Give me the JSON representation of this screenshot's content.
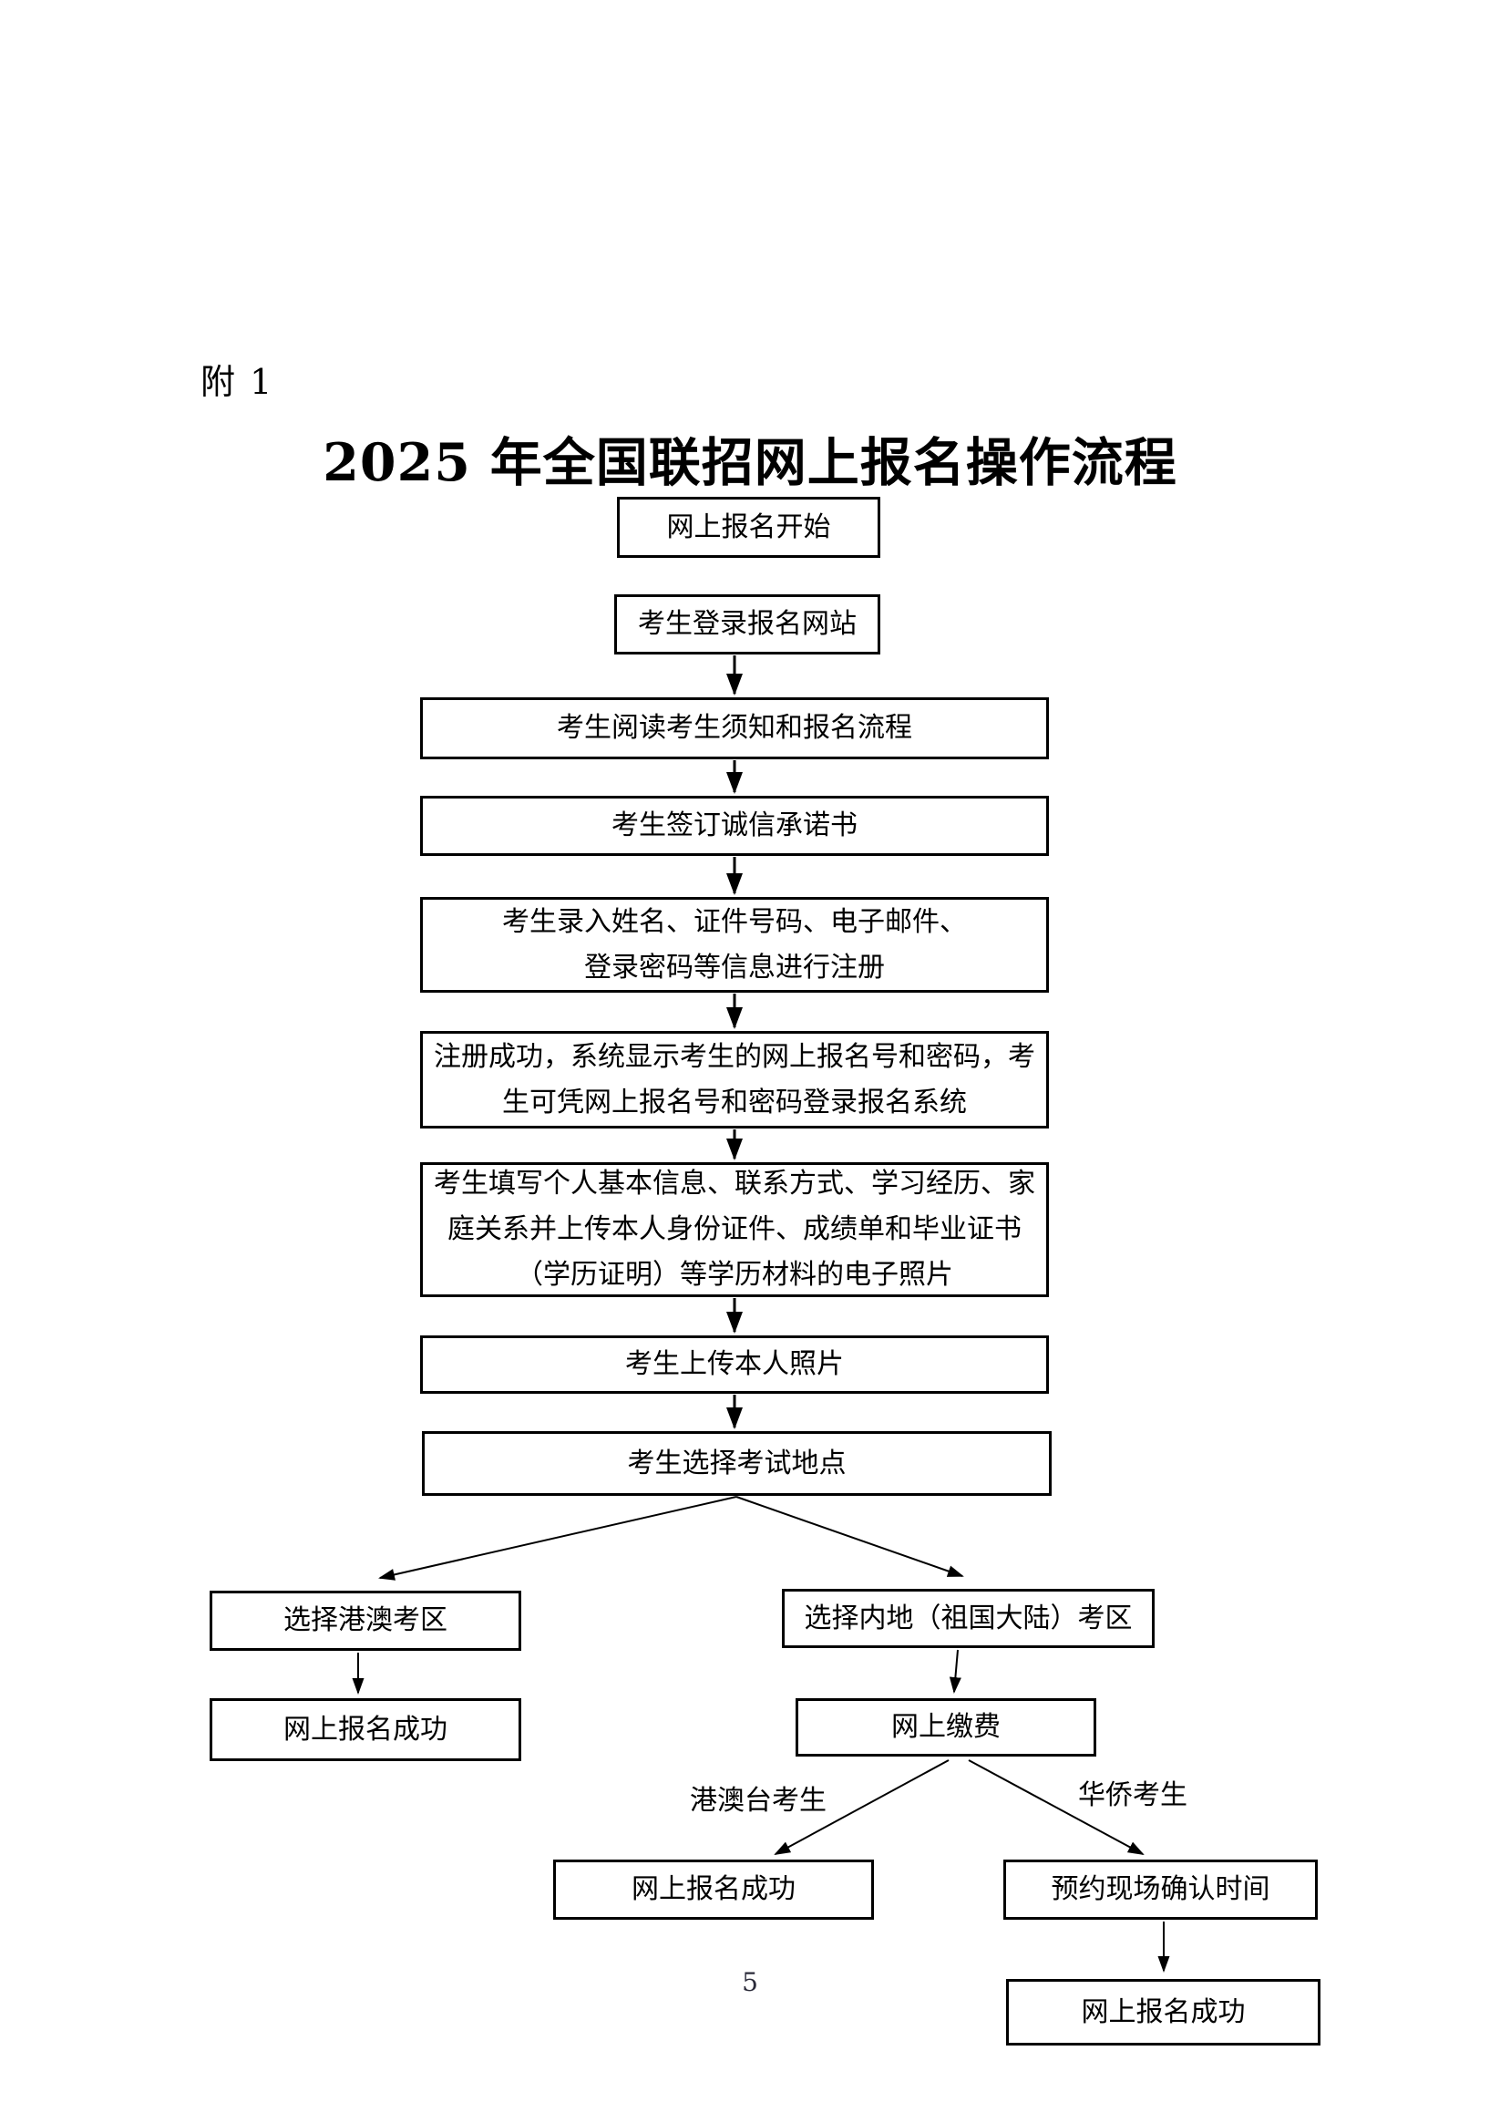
{
  "page": {
    "attachment_label": "附 1",
    "title": "2025 年全国联招网上报名操作流程",
    "page_number": "5"
  },
  "flowchart": {
    "nodes": {
      "start": {
        "label": "网上报名开始"
      },
      "login": {
        "label": "考生登录报名网站"
      },
      "read_notice": {
        "label": "考生阅读考生须知和报名流程"
      },
      "sign_pledge": {
        "label": "考生签订诚信承诺书"
      },
      "register": {
        "label": "考生录入姓名、证件号码、电子邮件、\n登录密码等信息进行注册"
      },
      "register_done": {
        "label": "注册成功，系统显示考生的网上报名号和密码，考\n生可凭网上报名号和密码登录报名系统"
      },
      "fill_info": {
        "label": "考生填写个人基本信息、联系方式、学习经历、家\n庭关系并上传本人身份证件、成绩单和毕业证书\n（学历证明）等学历材料的电子照片"
      },
      "upload_photo": {
        "label": "考生上传本人照片"
      },
      "choose_site": {
        "label": "考生选择考试地点"
      },
      "hk_macau_zone": {
        "label": "选择港澳考区"
      },
      "hk_success": {
        "label": "网上报名成功"
      },
      "mainland_zone": {
        "label": "选择内地（祖国大陆）考区"
      },
      "pay_online": {
        "label": "网上缴费"
      },
      "pay_success": {
        "label": "网上报名成功"
      },
      "appointment": {
        "label": "预约现场确认时间"
      },
      "final_success": {
        "label": "网上报名成功"
      }
    },
    "branch_labels": {
      "hk_mo_tw_candidates": "港澳台考生",
      "overseas_chinese_candidates": "华侨考生"
    },
    "edges": [
      {
        "from": "login",
        "to": "read_notice"
      },
      {
        "from": "read_notice",
        "to": "sign_pledge"
      },
      {
        "from": "sign_pledge",
        "to": "register"
      },
      {
        "from": "register",
        "to": "register_done"
      },
      {
        "from": "register_done",
        "to": "fill_info"
      },
      {
        "from": "fill_info",
        "to": "upload_photo"
      },
      {
        "from": "upload_photo",
        "to": "choose_site"
      },
      {
        "from": "choose_site",
        "to": "hk_macau_zone"
      },
      {
        "from": "choose_site",
        "to": "mainland_zone"
      },
      {
        "from": "hk_macau_zone",
        "to": "hk_success"
      },
      {
        "from": "mainland_zone",
        "to": "pay_online"
      },
      {
        "from": "pay_online",
        "to": "pay_success",
        "label": "港澳台考生"
      },
      {
        "from": "pay_online",
        "to": "appointment",
        "label": "华侨考生"
      },
      {
        "from": "appointment",
        "to": "final_success"
      }
    ]
  }
}
